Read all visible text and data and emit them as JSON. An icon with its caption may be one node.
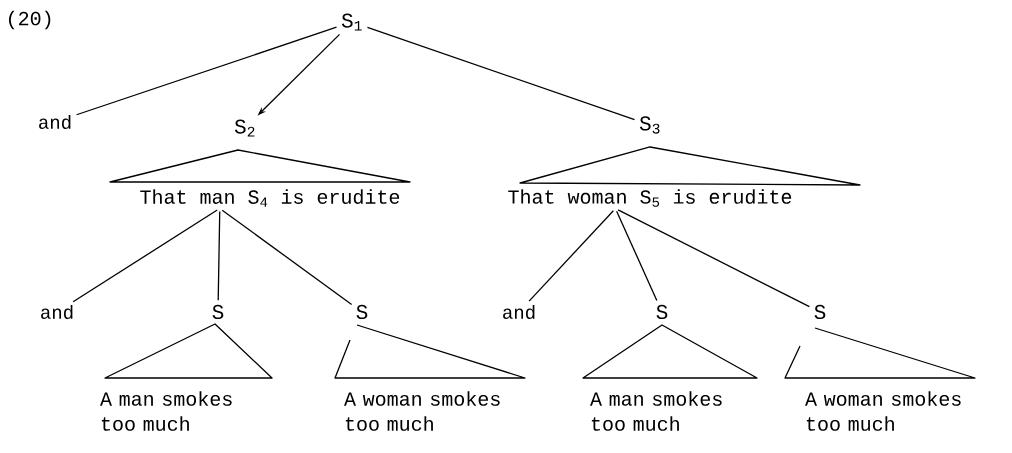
{
  "diagram": {
    "nodes": [
      {
        "text": [
          "S$_{1}$"
        ]
      },
      {
        "text": [
          "and"
        ]
      },
      {
        "text": [
          "S$_{2}$"
        ]
      },
      {
        "text": [
          "S$_{3}$"
        ]
      },
      {
        "text": [
          "That man S$_{4}$ is erudite"
        ]
      },
      {
        "text": [
          "That woman S$_{5}$ is erudite"
        ]
      },
      {
        "text": [
          "and"
        ]
      },
      {
        "text": [
          "S"
        ]
      },
      {
        "text": [
          "S"
        ]
      },
      {
        "text": [
          "and"
        ]
      },
      {
        "text": [
          "S"
        ]
      },
      {
        "text": [
          "S"
        ]
      },
      {
        "text": [
          "A man smokes too much"
        ]
      },
      {
        "text": [
          "A woman smokes too much"
        ]
      },
      {
        "text": [
          "A man smokes too much"
        ]
      },
      {
        "text": [
          "A woman smokes too much"
        ]
      }
    ],
    "edges": [
      {
        "from": 0,
        "to": 1,
        "arrow": "none"
      },
      {
        "from": 0,
        "to": 2,
        "arrow": "to"
      },
      {
        "from": 0,
        "to": 3,
        "arrow": "none"
      },
      {
        "from": 4,
        "to": 6,
        "arrow": "none"
      },
      {
        "from": 4,
        "to": 7,
        "arrow": "none"
      },
      {
        "from": 4,
        "to": 8,
        "arrow": "none"
      },
      {
        "from": 5,
        "to": 9,
        "arrow": "none"
      },
      {
        "from": 5,
        "to": 10,
        "arrow": "none"
      },
      {
        "from": 5,
        "to": 11,
        "arrow": "none"
      }
    ],
    "labels": [
      "(20)"
    ]
  }
}
